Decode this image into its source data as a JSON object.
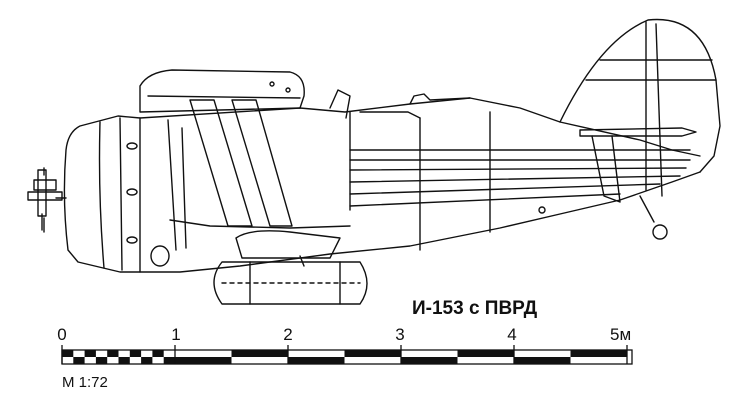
{
  "drawing": {
    "title": "И-153 с ПВРД"
  },
  "scale_bar": {
    "tick_labels": [
      "0",
      "1",
      "2",
      "3",
      "4",
      "5м"
    ],
    "scale_label": "М 1:72"
  }
}
